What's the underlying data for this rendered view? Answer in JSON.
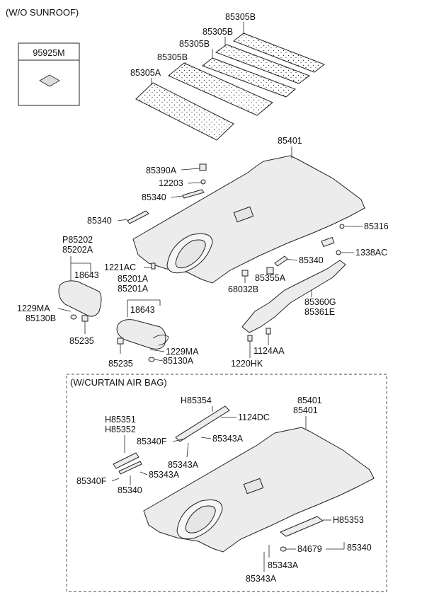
{
  "headers": {
    "no_sunroof": "(W/O SUNROOF)",
    "curtain_airbag": "(W/CURTAIN AIR BAG)"
  },
  "inset_label": "95925M",
  "labels": {
    "p85305B_1": "85305B",
    "p85305B_2": "85305B",
    "p85305B_3": "85305B",
    "p85305B_4": "85305B",
    "p85305A": "85305A",
    "p85401_top": "85401",
    "p85390A": "85390A",
    "p12203": "12203",
    "p85340_a": "85340",
    "p85340_b": "85340",
    "p85316": "85316",
    "p85202": "P85202",
    "p85202A": "85202A",
    "p18643_a": "18643",
    "p1221AC": "1221AC",
    "p85201A_1": "85201A",
    "p85201A_2": "85201A",
    "p85340_c": "85340",
    "p1338AC": "1338AC",
    "p85355A": "85355A",
    "p68032B": "68032B",
    "p85360G": "85360G",
    "p85361E": "85361E",
    "p1229MA_a": "1229MA",
    "p85130B": "85130B",
    "p18643_b": "18643",
    "p85235_a": "85235",
    "p1229MA_b": "1229MA",
    "p85235_b": "85235",
    "p85130A": "85130A",
    "p1124AA": "1124AA",
    "p1220HK": "1220HK",
    "pH85354": "H85354",
    "p85401_b1": "85401",
    "p85401_b2": "85401",
    "p1124DC": "1124DC",
    "pH85351": "H85351",
    "pH85352": "H85352",
    "p85340F_a": "85340F",
    "p85343A_a": "85343A",
    "p85343A_b": "85343A",
    "p85343A_c": "85343A",
    "p85340F_b": "85340F",
    "p85340_d": "85340",
    "pH85353": "H85353",
    "p84679": "84679",
    "p85340_e": "85340",
    "p85343A_d": "85343A",
    "p85343A_e": "85343A"
  }
}
